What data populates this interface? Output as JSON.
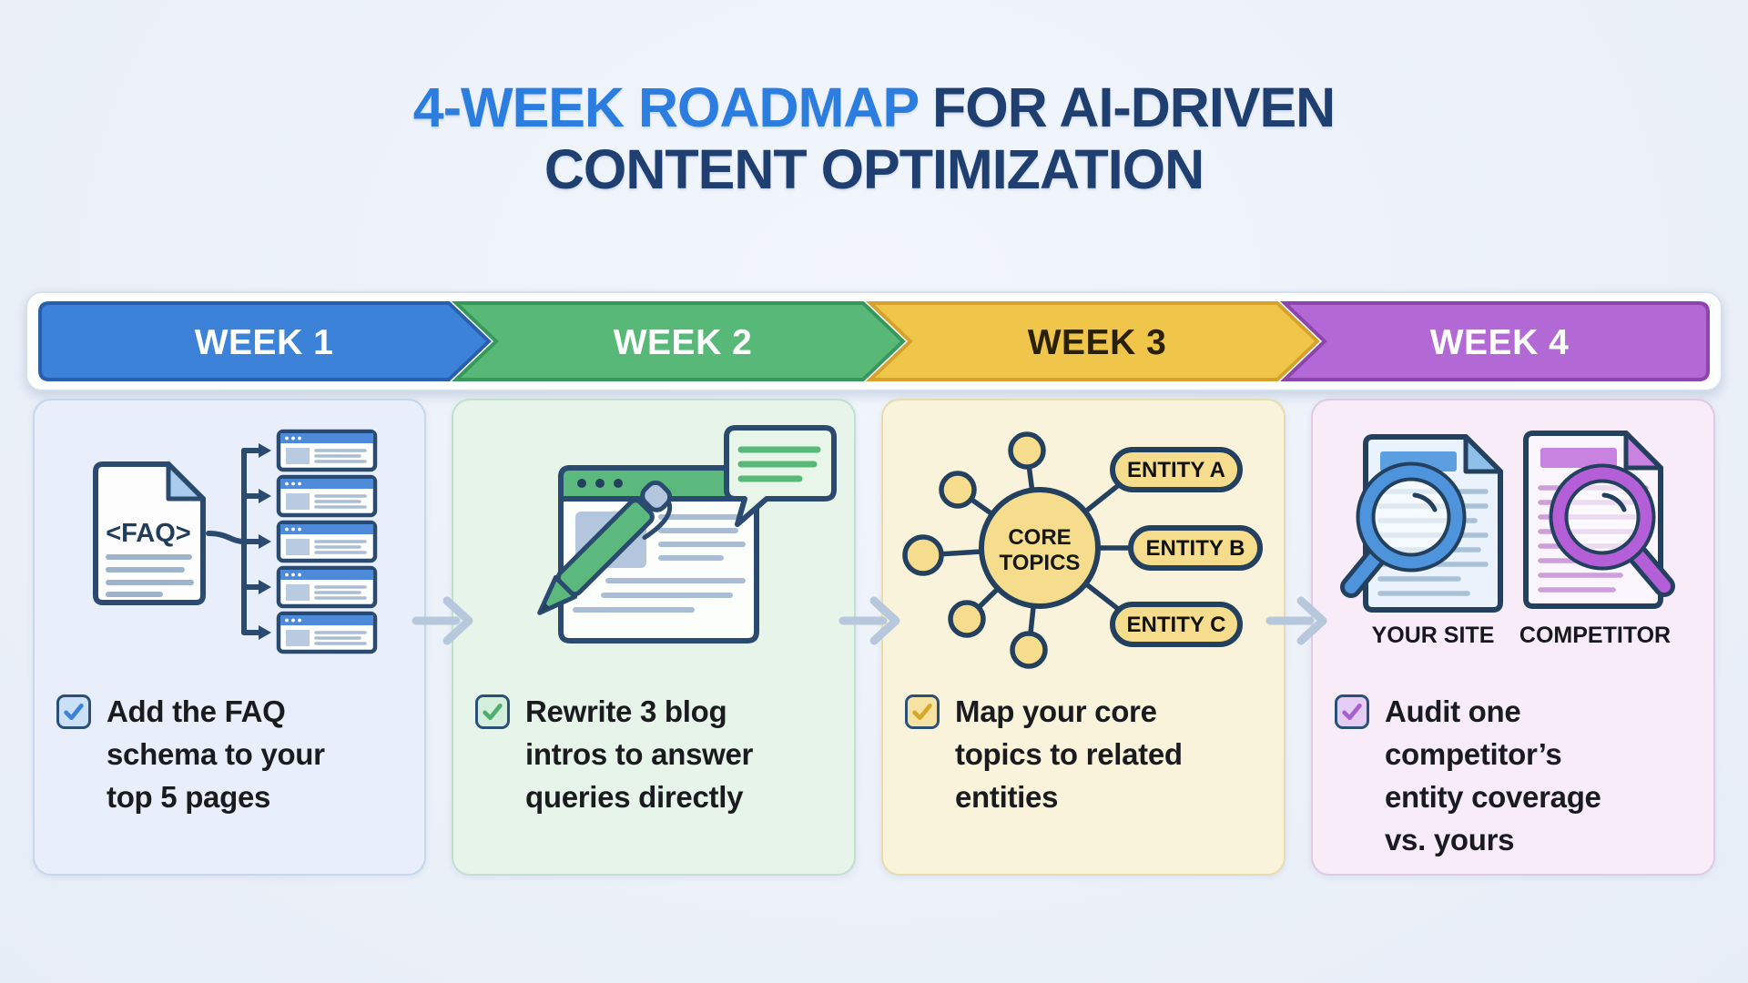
{
  "title": {
    "highlight": "4-WEEK ROADMAP",
    "rest": " FOR AI-DRIVEN",
    "line2": "CONTENT OPTIMIZATION",
    "highlight_color": "#2b7de0",
    "rest_color": "#1e3f70"
  },
  "timeline": {
    "weeks": [
      {
        "label": "WEEK 1",
        "fill": "#3b82d8",
        "stroke": "#2a5fae",
        "text_color": "#ffffff"
      },
      {
        "label": "WEEK 2",
        "fill": "#57b878",
        "stroke": "#37985c",
        "text_color": "#ffffff"
      },
      {
        "label": "WEEK 3",
        "fill": "#f0c64a",
        "stroke": "#d5a22b",
        "text_color": "#2a2105"
      },
      {
        "label": "WEEK 4",
        "fill": "#b269d6",
        "stroke": "#8e44ad",
        "text_color": "#ffffff"
      }
    ]
  },
  "columns": [
    {
      "week": "WEEK 1",
      "task": "Add the FAQ schema to your top 5 pages",
      "accent": "#3b82d8",
      "bg": "#e8effa",
      "icon": "faq-document-to-pages",
      "icon_text": {
        "doc_label": "<FAQ>"
      }
    },
    {
      "week": "WEEK 2",
      "task": "Rewrite 3 blog intros to answer queries directly",
      "accent": "#4caf6e",
      "bg": "#e7f4ea",
      "icon": "blog-rewrite-pen"
    },
    {
      "week": "WEEK 3",
      "task": "Map your core topics to related entities",
      "accent": "#d9a728",
      "bg": "#faf3dc",
      "icon": "entity-mind-map",
      "icon_text": {
        "center_line1": "CORE",
        "center_line2": "TOPICS",
        "entities": [
          "ENTITY A",
          "ENTITY B",
          "ENTITY C"
        ]
      }
    },
    {
      "week": "WEEK 4",
      "task": "Audit one competitor’s entity coverage vs. yours",
      "accent": "#a85fd0",
      "bg": "#f7ecf8",
      "icon": "site-vs-competitor-audit",
      "icon_text": {
        "left_label": "YOUR SITE",
        "right_label": "COMPETITOR"
      }
    }
  ]
}
